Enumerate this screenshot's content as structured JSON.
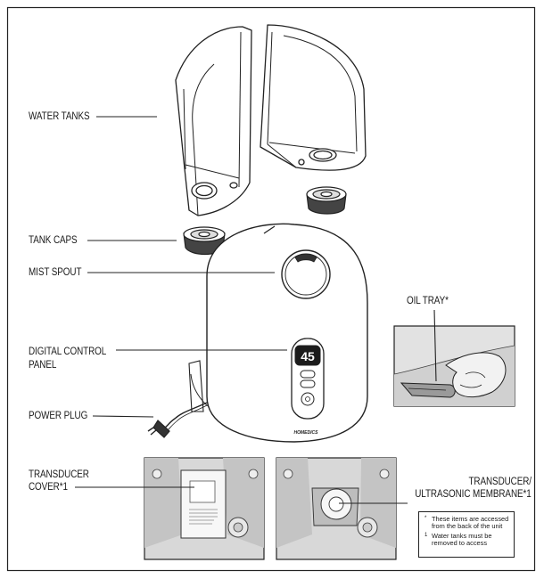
{
  "labels": {
    "water_tanks": "WATER TANKS",
    "tank_caps": "TANK CAPS",
    "mist_spout": "MIST SPOUT",
    "digital_control_panel_line1": "DIGITAL CONTROL",
    "digital_control_panel_line2": "PANEL",
    "power_plug": "POWER PLUG",
    "oil_tray": "OIL TRAY*",
    "transducer_cover_line1": "TRANSDUCER",
    "transducer_cover_line2": "COVER*1",
    "transducer_membrane_line1": "TRANSDUCER/",
    "transducer_membrane_line2": "ULTRASONIC MEMBRANE*1"
  },
  "display": {
    "value": "45"
  },
  "brand": "HOMEDICS",
  "notes": [
    {
      "marker": "*",
      "text_line1": "These items are accessed",
      "text_line2": "from the back of the unit"
    },
    {
      "marker": "1",
      "text_line1": "Water tanks must be",
      "text_line2": "removed to access"
    }
  ]
}
